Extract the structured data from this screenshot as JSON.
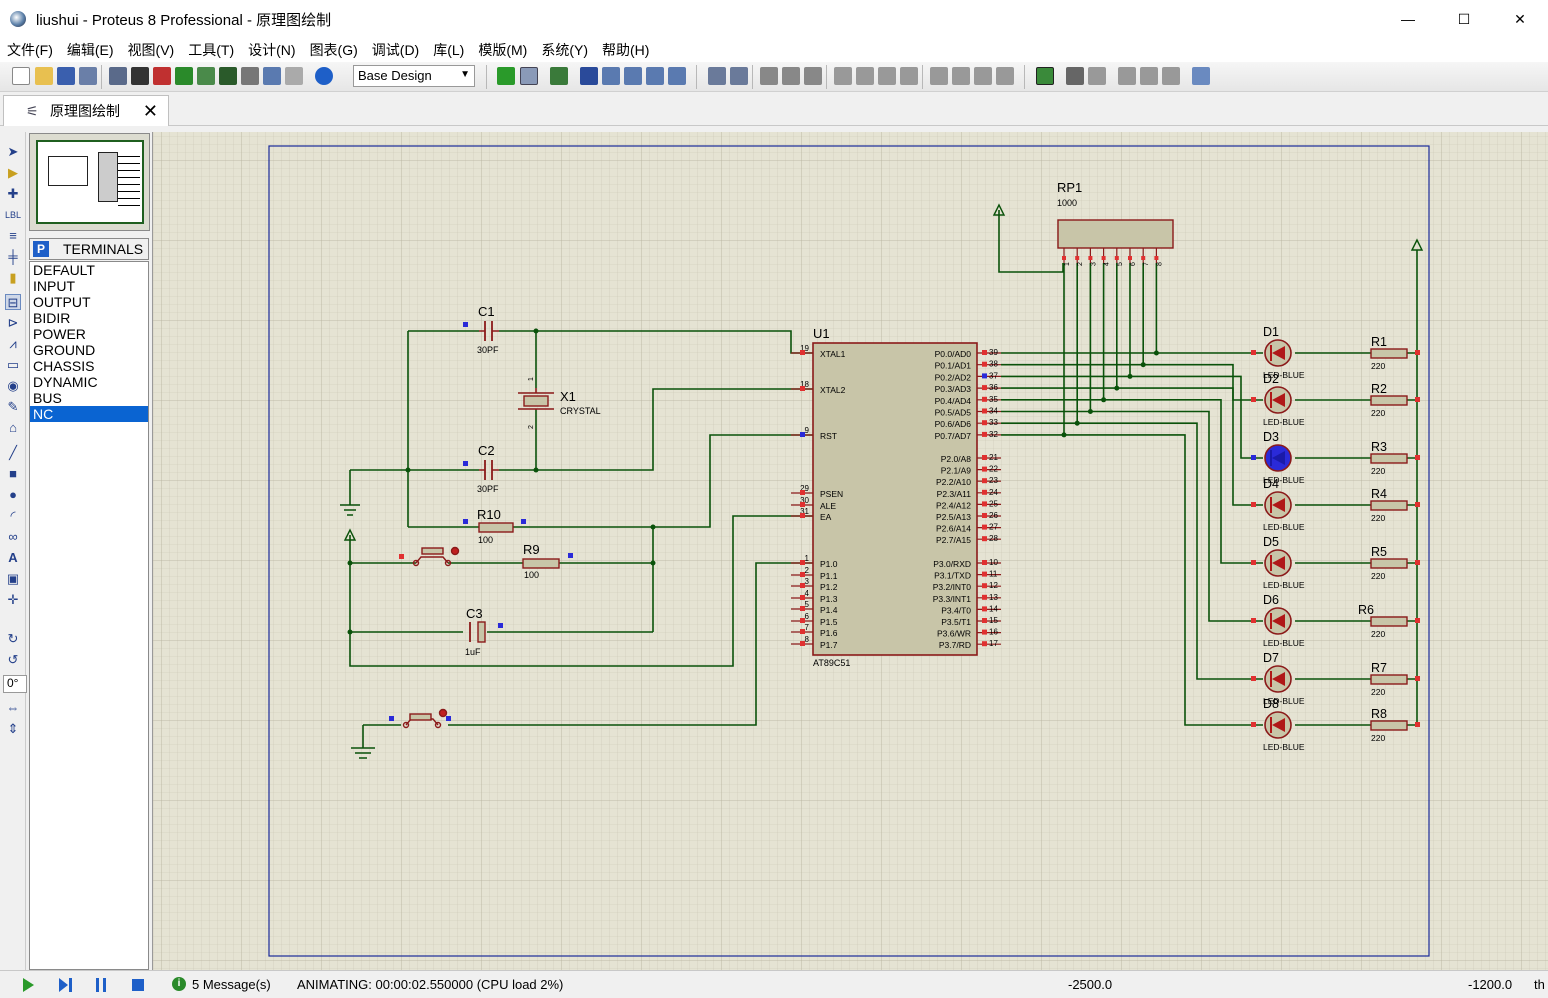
{
  "window": {
    "title": "liushui - Proteus 8 Professional - 原理图绘制",
    "minimize": "—",
    "maximize": "☐",
    "close": "✕"
  },
  "menu": [
    "文件(F)",
    "编辑(E)",
    "视图(V)",
    "工具(T)",
    "设计(N)",
    "图表(G)",
    "调试(D)",
    "库(L)",
    "模版(M)",
    "系统(Y)",
    "帮助(H)"
  ],
  "toolbar": {
    "design_select": "Base Design"
  },
  "tab": {
    "label": "原理图绘制",
    "close": "✕"
  },
  "sidebar": {
    "angle": "0°",
    "terminals_header": "TERMINALS",
    "terminals_badge": "P",
    "terminals": [
      "DEFAULT",
      "INPUT",
      "OUTPUT",
      "BIDIR",
      "POWER",
      "GROUND",
      "CHASSIS",
      "DYNAMIC",
      "BUS",
      "NC"
    ],
    "selected": "NC"
  },
  "schematic": {
    "rp1": {
      "ref": "RP1",
      "value": "1000",
      "pins": [
        "1",
        "2",
        "3",
        "4",
        "5",
        "6",
        "7",
        "8"
      ]
    },
    "u1": {
      "ref": "U1",
      "part": "AT89C51",
      "left_pins": [
        {
          "num": "19",
          "name": "XTAL1"
        },
        {
          "num": "18",
          "name": "XTAL2"
        },
        {
          "num": "9",
          "name": "RST"
        },
        {
          "num": "29",
          "name": "PSEN"
        },
        {
          "num": "30",
          "name": "ALE"
        },
        {
          "num": "31",
          "name": "EA"
        },
        {
          "num": "1",
          "name": "P1.0"
        },
        {
          "num": "2",
          "name": "P1.1"
        },
        {
          "num": "3",
          "name": "P1.2"
        },
        {
          "num": "4",
          "name": "P1.3"
        },
        {
          "num": "5",
          "name": "P1.4"
        },
        {
          "num": "6",
          "name": "P1.5"
        },
        {
          "num": "7",
          "name": "P1.6"
        },
        {
          "num": "8",
          "name": "P1.7"
        }
      ],
      "right_pins": [
        {
          "num": "39",
          "name": "P0.0/AD0"
        },
        {
          "num": "38",
          "name": "P0.1/AD1"
        },
        {
          "num": "37",
          "name": "P0.2/AD2"
        },
        {
          "num": "36",
          "name": "P0.3/AD3"
        },
        {
          "num": "35",
          "name": "P0.4/AD4"
        },
        {
          "num": "34",
          "name": "P0.5/AD5"
        },
        {
          "num": "33",
          "name": "P0.6/AD6"
        },
        {
          "num": "32",
          "name": "P0.7/AD7"
        },
        {
          "num": "21",
          "name": "P2.0/A8"
        },
        {
          "num": "22",
          "name": "P2.1/A9"
        },
        {
          "num": "23",
          "name": "P2.2/A10"
        },
        {
          "num": "24",
          "name": "P2.3/A11"
        },
        {
          "num": "25",
          "name": "P2.4/A12"
        },
        {
          "num": "26",
          "name": "P2.5/A13"
        },
        {
          "num": "27",
          "name": "P2.6/A14"
        },
        {
          "num": "28",
          "name": "P2.7/A15"
        },
        {
          "num": "10",
          "name": "P3.0/RXD"
        },
        {
          "num": "11",
          "name": "P3.1/TXD"
        },
        {
          "num": "12",
          "name": "P3.2/INT0"
        },
        {
          "num": "13",
          "name": "P3.3/INT1"
        },
        {
          "num": "14",
          "name": "P3.4/T0"
        },
        {
          "num": "15",
          "name": "P3.5/T1"
        },
        {
          "num": "16",
          "name": "P3.6/WR"
        },
        {
          "num": "17",
          "name": "P3.7/RD"
        }
      ]
    },
    "c1": {
      "ref": "C1",
      "value": "30PF"
    },
    "c2": {
      "ref": "C2",
      "value": "30PF"
    },
    "c3": {
      "ref": "C3",
      "value": "1uF"
    },
    "x1": {
      "ref": "X1",
      "value": "CRYSTAL",
      "pin1": "1",
      "pin2": "2"
    },
    "r10": {
      "ref": "R10",
      "value": "100"
    },
    "r9": {
      "ref": "R9",
      "value": "100"
    },
    "leds": [
      {
        "ref": "D1",
        "part": "LED-BLUE",
        "lit": false
      },
      {
        "ref": "D2",
        "part": "LED-BLUE",
        "lit": false
      },
      {
        "ref": "D3",
        "part": "LED-BLUE",
        "lit": true
      },
      {
        "ref": "D4",
        "part": "LED-BLUE",
        "lit": false
      },
      {
        "ref": "D5",
        "part": "LED-BLUE",
        "lit": false
      },
      {
        "ref": "D6",
        "part": "LED-BLUE",
        "lit": false
      },
      {
        "ref": "D7",
        "part": "LED-BLUE",
        "lit": false
      },
      {
        "ref": "D8",
        "part": "LED-BLUE",
        "lit": false
      }
    ],
    "resistors": [
      {
        "ref": "R1",
        "value": "220"
      },
      {
        "ref": "R2",
        "value": "220"
      },
      {
        "ref": "R3",
        "value": "220"
      },
      {
        "ref": "R4",
        "value": "220"
      },
      {
        "ref": "R5",
        "value": "220"
      },
      {
        "ref": "R6",
        "value": "220"
      },
      {
        "ref": "R7",
        "value": "220"
      },
      {
        "ref": "R8",
        "value": "220"
      }
    ],
    "colors": {
      "wire": "#0a520a",
      "chip": "#c8c5a8",
      "body_border": "#8b1a1a",
      "grid_bg": "#e5e3d3",
      "sheet_border": "#1a2a9a",
      "led_lit": "#2a2ad8"
    }
  },
  "status": {
    "messages": "5 Message(s)",
    "animating": "ANIMATING: 00:00:02.550000 (CPU load 2%)",
    "coord_x": "-2500.0",
    "coord_y": "-1200.0",
    "th": "th"
  }
}
